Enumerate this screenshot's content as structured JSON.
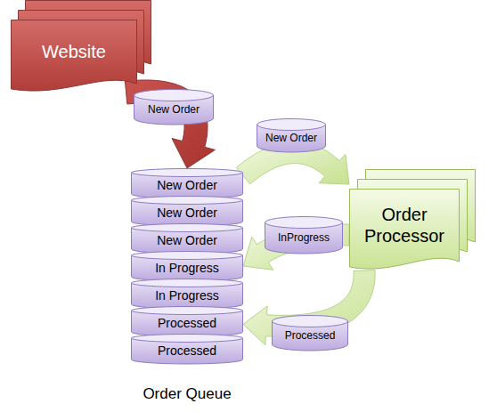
{
  "diagram": {
    "nodes": [
      {
        "text": [
          "Website"
        ]
      },
      {
        "text": [
          "New Order"
        ]
      },
      {
        "text": [
          "New Order"
        ]
      },
      {
        "text": [
          "Order Queue"
        ]
      },
      {
        "text": [
          "New Order"
        ],
        "in": 3
      },
      {
        "text": [
          "New Order"
        ],
        "in": 3
      },
      {
        "text": [
          "New Order"
        ],
        "in": 3
      },
      {
        "text": [
          "In Progress"
        ],
        "in": 3
      },
      {
        "text": [
          "In Progress"
        ],
        "in": 3
      },
      {
        "text": [
          "Processed"
        ],
        "in": 3
      },
      {
        "text": [
          "Processed"
        ],
        "in": 3
      },
      {
        "text": [
          "Order Processor"
        ]
      },
      {
        "text": [
          "InProgress"
        ]
      },
      {
        "text": [
          "Processed"
        ]
      }
    ],
    "edges": [
      {
        "from": 0,
        "to": 4,
        "arrow": "to"
      },
      {
        "from": 4,
        "to": 11,
        "arrow": "to"
      },
      {
        "from": 11,
        "to": 7,
        "arrow": "to"
      },
      {
        "from": 11,
        "to": 9,
        "arrow": "to"
      }
    ]
  }
}
